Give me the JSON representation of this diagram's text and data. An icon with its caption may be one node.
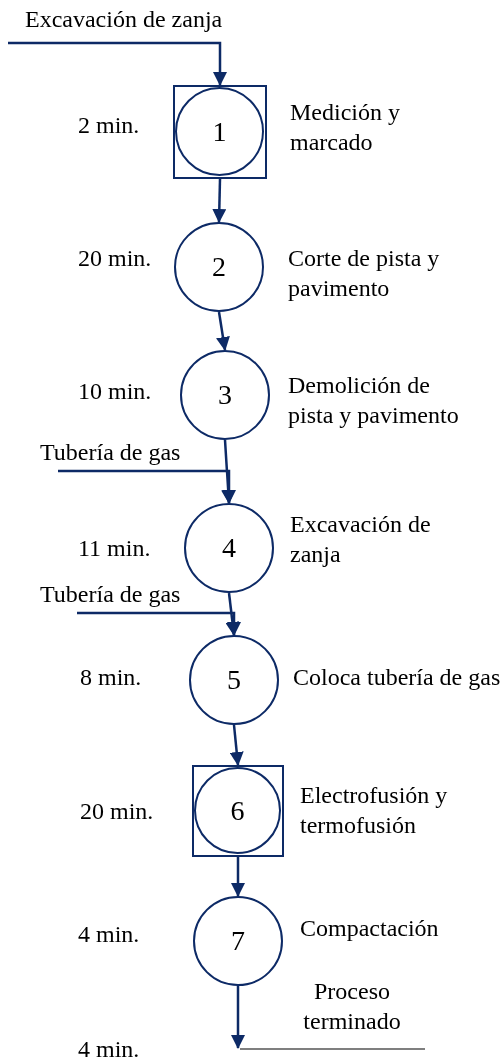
{
  "diagram": {
    "nodes": [
      {
        "text": [
          "Excavación de zanja"
        ]
      },
      {
        "text": [],
        "shape": "box"
      },
      {
        "text": [
          "1"
        ],
        "in": 1,
        "beside": [
          "2 min.",
          "Medición y marcado"
        ]
      },
      {
        "text": [
          "2"
        ],
        "beside": [
          "20 min.",
          "Corte de pista y pavimento"
        ]
      },
      {
        "text": [
          "3"
        ],
        "beside": [
          "10 min.",
          "Demolición de pista y pavimento"
        ]
      },
      {
        "text": [
          "Tubería de gas"
        ]
      },
      {
        "text": [
          "4"
        ],
        "beside": [
          "11 min.",
          "Excavación de zanja"
        ]
      },
      {
        "text": [
          "Tubería de gas"
        ]
      },
      {
        "text": [
          "5"
        ],
        "beside": [
          "8 min.",
          "Coloca tubería de gas"
        ]
      },
      {
        "text": [],
        "shape": "box"
      },
      {
        "text": [
          "6"
        ],
        "in": 9,
        "beside": [
          "20 min.",
          "Electrofusión y termofusión"
        ]
      },
      {
        "text": [
          "7"
        ],
        "beside": [
          "4 min.",
          "Compactación"
        ]
      }
    ],
    "edges": [
      {
        "from": 0,
        "to": 1,
        "arrow": "to"
      },
      {
        "from": 1,
        "to": 3,
        "arrow": "to"
      },
      {
        "from": 3,
        "to": 4,
        "arrow": "to"
      },
      {
        "from": 4,
        "to": 6,
        "arrow": "to"
      },
      {
        "from": 5,
        "to": 6,
        "arrow": "to"
      },
      {
        "from": 6,
        "to": 8,
        "arrow": "to"
      },
      {
        "from": 7,
        "to": 8,
        "arrow": "to"
      },
      {
        "from": 8,
        "to": 9,
        "arrow": "to"
      },
      {
        "from": 9,
        "to": 11,
        "arrow": "to"
      },
      {
        "from": 11,
        "to": null,
        "arrow": "to"
      }
    ],
    "labels": [
      "Proceso terminado",
      "4 min."
    ]
  }
}
